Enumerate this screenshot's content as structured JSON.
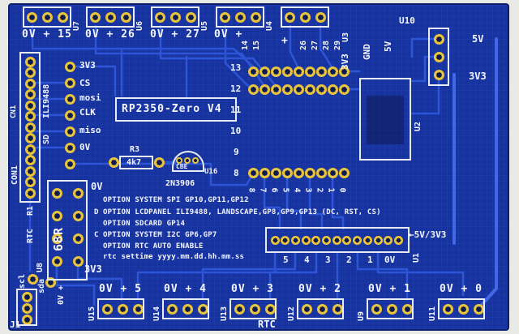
{
  "silk": {
    "module_title": "RP2350-Zero V4",
    "rtc_label": "RTC"
  },
  "top_connectors": [
    {
      "ref": "U7",
      "label": "0V + 15"
    },
    {
      "ref": "U6",
      "label": "0V + 26"
    },
    {
      "ref": "U5",
      "label": "0V + 27"
    },
    {
      "ref": "U4",
      "label": "0V +"
    },
    {
      "ref": "U3",
      "label": "+"
    }
  ],
  "u2": {
    "ref": "U2",
    "top_pin_labels": [
      "14",
      "15",
      "26",
      "27",
      "28",
      "29"
    ],
    "rail_labels": [
      "3V3",
      "GND",
      "5V"
    ],
    "left_pin_labels": [
      "13",
      "12",
      "11",
      "10",
      "9",
      "8"
    ],
    "bottom_pin_labels": [
      "8",
      "7",
      "6",
      "5",
      "4",
      "3",
      "2",
      "1",
      "0"
    ]
  },
  "u10": {
    "ref": "U10",
    "pin_labels": [
      "5V",
      "3V3"
    ]
  },
  "cn1": {
    "ref": "CN1",
    "ref2": "CON1",
    "labels": [
      "ILI9488",
      "SD"
    ],
    "pin_labels": [
      "3V3",
      "CS",
      "mosi",
      "CLK",
      "miso",
      "0V"
    ]
  },
  "r3": {
    "ref": "R3",
    "value": "4k7"
  },
  "u16": {
    "ref": "U16",
    "pins": "CBE",
    "part": "2N3906"
  },
  "options": {
    "prefix_d": "D",
    "prefix_c": "C",
    "lines": [
      "OPTION SYSTEM SPI GP10,GP11,GP12",
      "OPTION LCDPANEL ILI9488, LANDSCAPE,GP8,GP9,GP13 (DC, RST, CS)",
      "OPTION SDCARD GP14",
      "OPTION SYSTEM I2C GP6,GP7",
      "OPTION RTC AUTO ENABLE",
      "rtc settime yyyy.mm.dd.hh.mm.ss"
    ]
  },
  "u8": {
    "ref": "U8",
    "res_ref": "R1",
    "rtc_ref": "RTC",
    "value": "68R",
    "top": "0V",
    "bottom": "3V3"
  },
  "j1": {
    "ref": "J1",
    "pin_labels": [
      "scl",
      "sda",
      "0V +"
    ]
  },
  "u1": {
    "ref": "U1",
    "pin_labels": [
      "5",
      "4",
      "3",
      "2",
      "1",
      "0V"
    ],
    "arrow": "←",
    "power_label": "5V/3V3"
  },
  "bottom_connectors": [
    {
      "ref": "U15",
      "label": "0V + 5"
    },
    {
      "ref": "U14",
      "label": "0V + 4"
    },
    {
      "ref": "U13",
      "label": "0V + 3"
    },
    {
      "ref": "U12",
      "label": "0V + 2"
    },
    {
      "ref": "U9",
      "label": "0V + 1"
    },
    {
      "ref": "U11",
      "label": "0V + 0"
    }
  ]
}
